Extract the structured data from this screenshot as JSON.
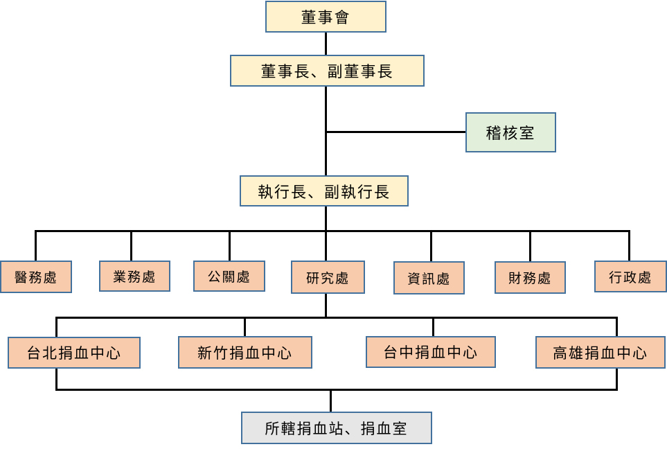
{
  "colors": {
    "board_fill": "#fff2cc",
    "audit_fill": "#e2efda",
    "unit_fill": "#f8cbad",
    "station_fill": "#e7e6e6",
    "box_border": "#41719c",
    "connector": "#000000"
  },
  "org": {
    "board": "董事會",
    "chairman": "董事長、副董事長",
    "audit": "稽核室",
    "ceo": "執行長、副執行長",
    "departments": [
      "醫務處",
      "業務處",
      "公關處",
      "研究處",
      "資訊處",
      "財務處",
      "行政處"
    ],
    "centers": [
      "台北捐血中心",
      "新竹捐血中心",
      "台中捐血中心",
      "高雄捐血中心"
    ],
    "stations": "所轄捐血站、捐血室"
  }
}
